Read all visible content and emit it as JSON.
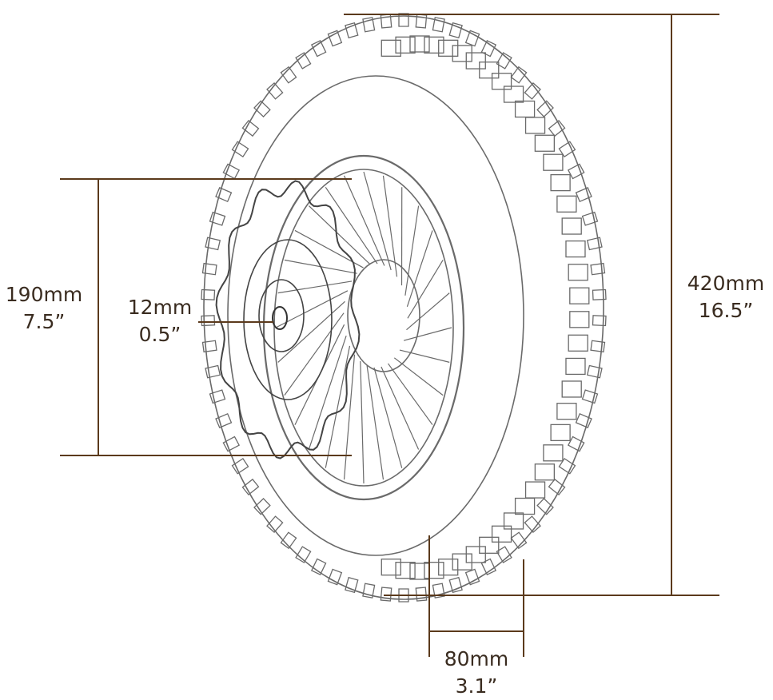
{
  "colors": {
    "dimension_line": "#5b3a1c",
    "text": "#3a2c20",
    "sketch": "#6a6a6a"
  },
  "dimensions": {
    "overall_diameter": {
      "metric": "420mm",
      "imperial": "16.5”"
    },
    "rim_diameter": {
      "metric": "190mm",
      "imperial": "7.5”"
    },
    "axle_bore": {
      "metric": "12mm",
      "imperial": "0.5”"
    },
    "tire_width": {
      "metric": "80mm",
      "imperial": "3.1”"
    }
  }
}
